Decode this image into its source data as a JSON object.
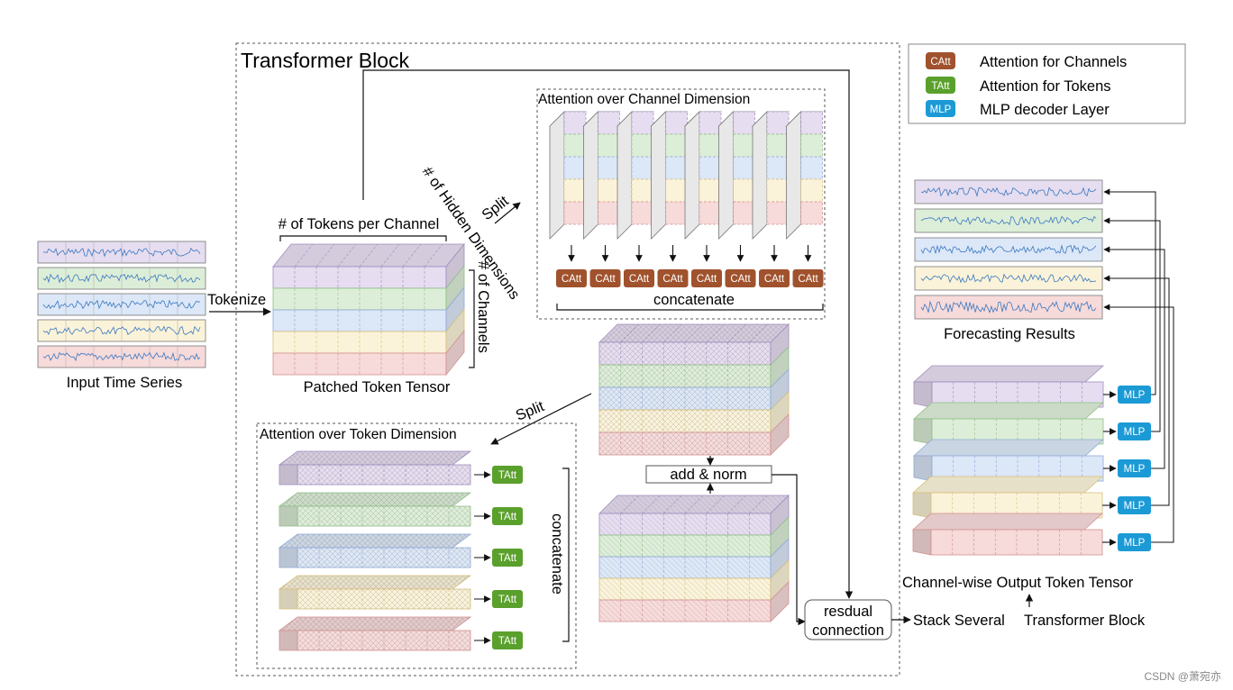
{
  "title": "Transformer Block",
  "legend": {
    "items": [
      {
        "badge": "CAtt",
        "label": "Attention for Channels",
        "color": "#a0522d"
      },
      {
        "badge": "TAtt",
        "label": "Attention for Tokens",
        "color": "#5aa02c"
      },
      {
        "badge": "MLP",
        "label": "MLP decoder Layer",
        "color": "#1b9ad6"
      }
    ]
  },
  "labels": {
    "input_series": "Input Time Series",
    "tokenize": "Tokenize",
    "tokens_per_channel": "# of Tokens per Channel",
    "hidden_dims": "# of Hidden Dimensions",
    "channels": "# of Channels",
    "patched_tensor": "Patched Token Tensor",
    "split_top": "Split",
    "split_bottom": "Split",
    "channel_attention_title": "Attention over Channel Dimension",
    "token_attention_title": "Attention over Token Dimension",
    "concatenate_top": "concatenate",
    "concatenate_side": "concatenate",
    "add_norm": "add & norm",
    "residual_line1": "resdual",
    "residual_line2": "connection",
    "stack_several": "Stack Several",
    "transformer_block": "Transformer Block",
    "output_tensor": "Channel-wise Output Token Tensor",
    "forecasting": "Forecasting Results",
    "watermark": "CSDN @萧宛亦"
  },
  "badges": {
    "catt": "CAtt",
    "tatt": "TAtt",
    "mlp": "MLP"
  },
  "colors": {
    "channels": [
      "#e6ddf0",
      "#ddeed8",
      "#dce7f7",
      "#fbf3d9",
      "#f7dada"
    ],
    "channel_borders": [
      "#a08cbe",
      "#8fbf86",
      "#8fa9d6",
      "#d6c07a",
      "#d38f8f"
    ],
    "catt": "#a0522d",
    "tatt": "#5aa02c",
    "mlp": "#1b9ad6"
  }
}
